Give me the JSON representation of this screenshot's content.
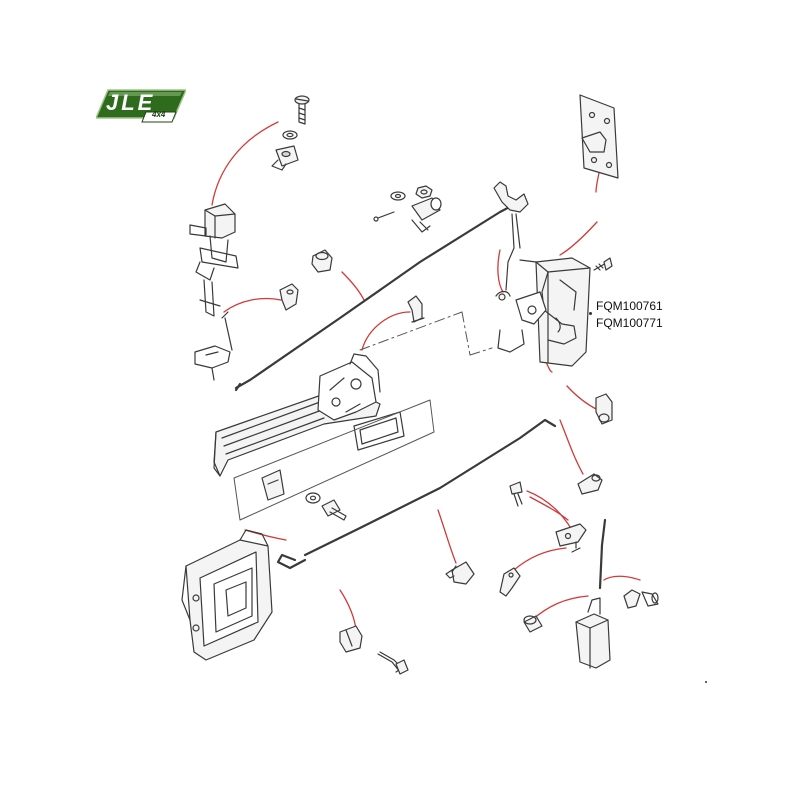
{
  "logo": {
    "text": "JLE",
    "subtext": "4x4",
    "colors": {
      "badge": "#2f6b1c",
      "badge_dark": "#1c4410",
      "badge_light": "#9ec58a"
    }
  },
  "part_numbers": [
    "FQM100761",
    "FQM100771"
  ],
  "colors": {
    "line": "#3a3a3a",
    "leader": "#d23a3a",
    "fill": "#f4f4f4",
    "shade": "#d6d6d6"
  }
}
